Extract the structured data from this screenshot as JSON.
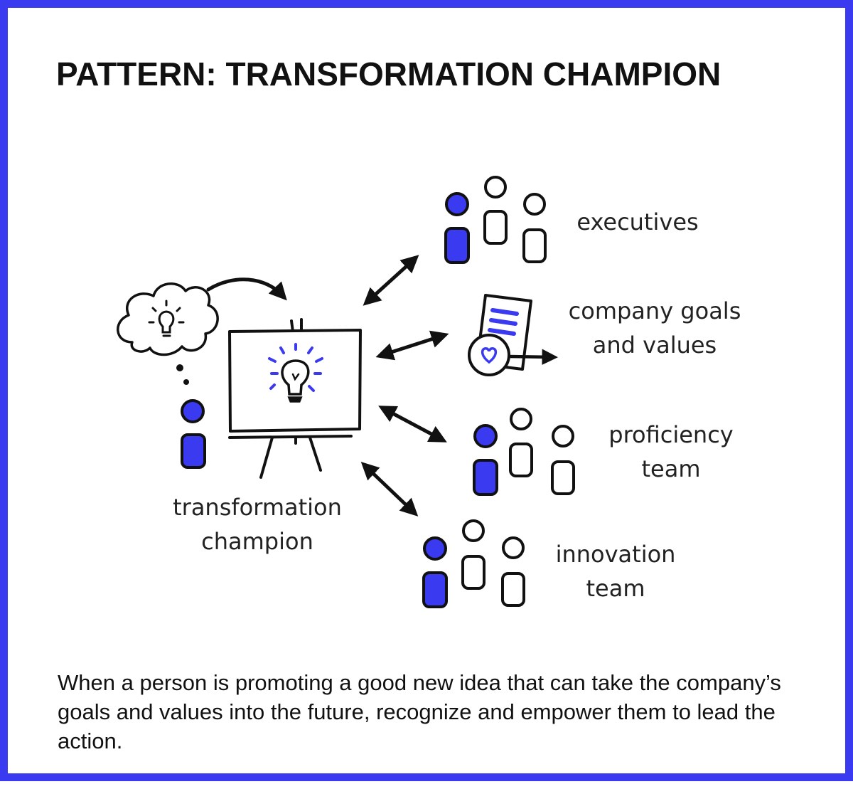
{
  "title": "PATTERN: TRANSFORMATION CHAMPION",
  "nodes": {
    "champion": {
      "line1": "transformation",
      "line2": "champion"
    },
    "executives": {
      "line1": "executives"
    },
    "goals": {
      "line1": "company goals",
      "line2": "and values"
    },
    "proficiency": {
      "line1": "proficiency",
      "line2": "team"
    },
    "innovation": {
      "line1": "innovation",
      "line2": "team"
    }
  },
  "caption": "When a person is promoting a good new idea that can take the company’s goals and values into the future, recognize and empower them to lead the action.",
  "colors": {
    "accent": "#3a3af0",
    "ink": "#111111"
  },
  "icons": [
    "thought-cloud-icon",
    "lightbulb-icon",
    "easel-icon",
    "person-icon",
    "group-icon",
    "document-icon",
    "heart-badge-icon",
    "double-arrow-icon"
  ]
}
